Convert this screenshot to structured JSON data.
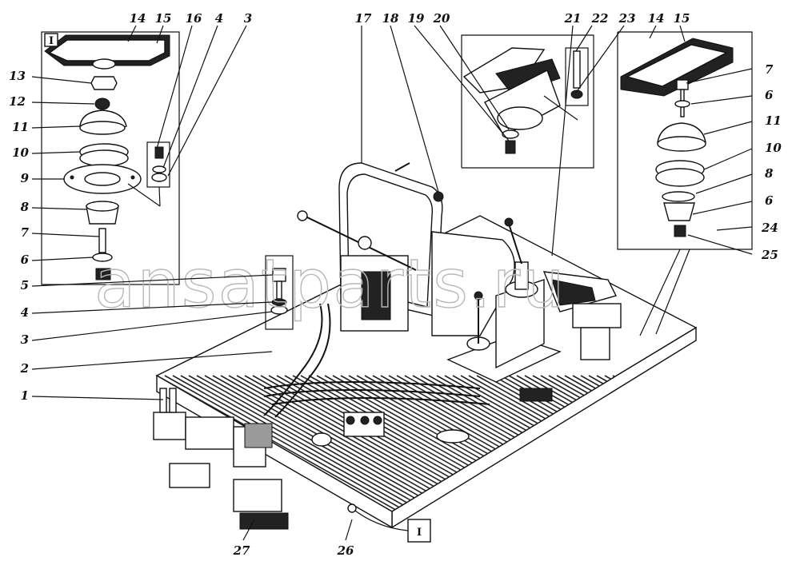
{
  "watermark": "ansatparts.ru",
  "box_marker": "I",
  "callouts": [
    "1",
    "2",
    "3",
    "4",
    "5",
    "6",
    "7",
    "8",
    "9",
    "10",
    "11",
    "12",
    "13",
    "14",
    "15",
    "16",
    "17",
    "18",
    "19",
    "20",
    "21",
    "22",
    "23",
    "24",
    "25",
    "26",
    "27"
  ],
  "left_inset_labels": {
    "n13": "13",
    "n12": "12",
    "n11": "11",
    "n10": "10",
    "n9": "9",
    "n8": "8",
    "n7": "7",
    "n6": "6",
    "n5": "5",
    "n4": "4",
    "n3": "3",
    "n2": "2",
    "n1": "1",
    "top14": "14",
    "top15": "15",
    "top16": "16",
    "top4": "4",
    "top3": "3"
  },
  "center_labels": {
    "n17": "17",
    "n18": "18",
    "n19": "19",
    "n20": "20"
  },
  "top_right_labels": {
    "n21": "21",
    "n22": "22",
    "n23": "23",
    "n14": "14",
    "n15": "15"
  },
  "right_inset_labels": {
    "n7": "7",
    "n6a": "6",
    "n11": "11",
    "n10": "10",
    "n8": "8",
    "n6b": "6",
    "n24": "24",
    "n25": "25"
  },
  "bottom_labels": {
    "n26": "26",
    "n27": "27"
  }
}
